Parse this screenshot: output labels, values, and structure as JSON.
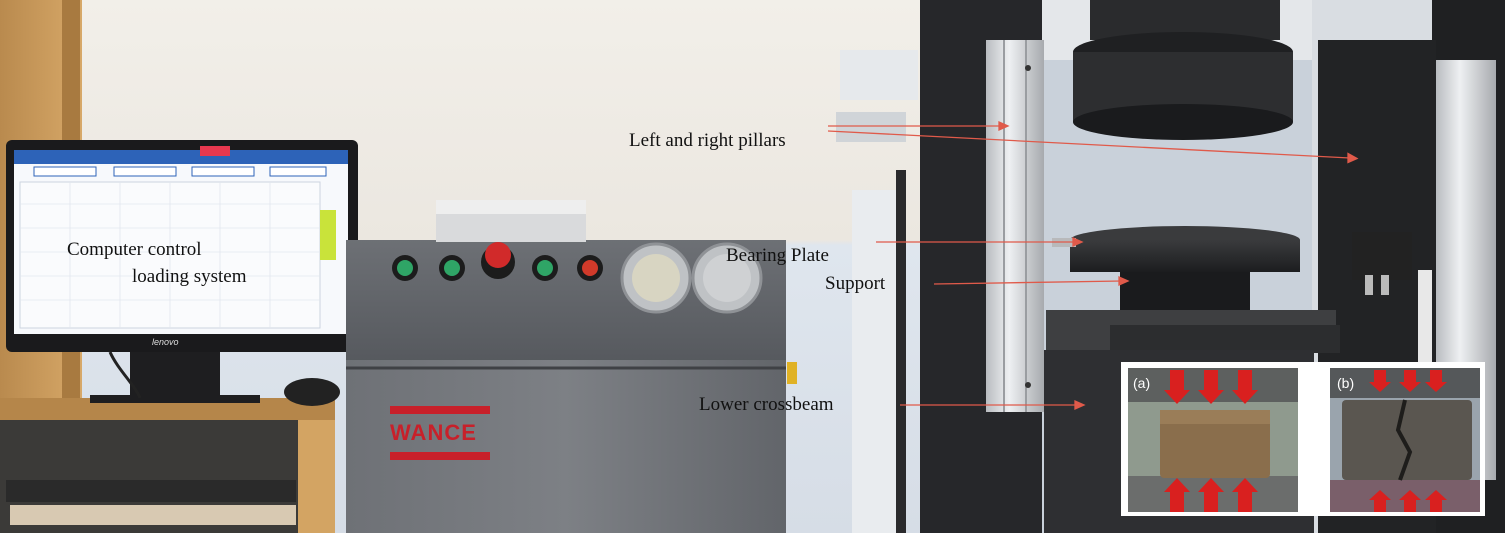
{
  "labels": {
    "computer_line1": "Computer control",
    "computer_line2": "loading system",
    "pillars": "Left and right pillars",
    "bearing_plate": "Bearing Plate",
    "support": "Support",
    "lower_crossbeam": "Lower crossbeam"
  },
  "inset": {
    "panel_a": "(a)",
    "panel_b": "(b)"
  },
  "machine": {
    "logo_text": "WANCE",
    "monitor_brand": "lenovo"
  },
  "colors": {
    "annotation_arrow": "#e05a4a",
    "force_arrow": "#d9201f",
    "logo": "#c8202a"
  }
}
